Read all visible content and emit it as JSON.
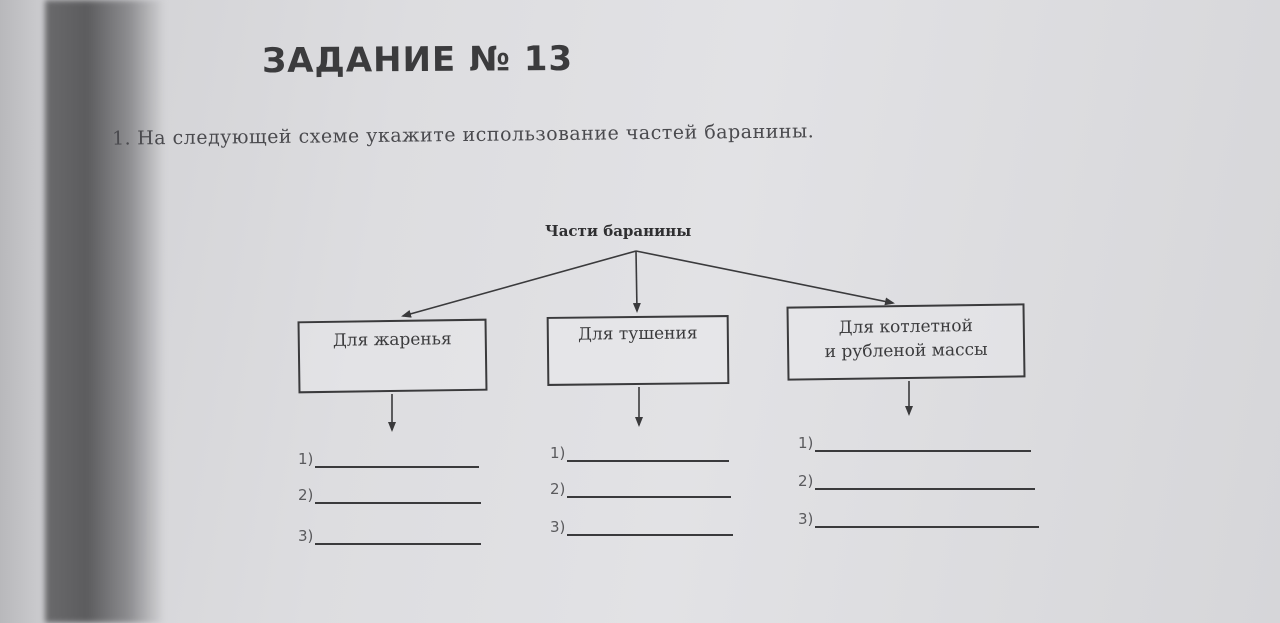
{
  "task": {
    "title": "ЗАДАНИЕ № 13",
    "instruction_number": "1.",
    "instruction": "На следующей схеме укажите использование частей баранины."
  },
  "diagram": {
    "root": "Части баранины",
    "branches": [
      {
        "label_line1": "Для жаренья",
        "label_line2": "",
        "answers": [
          "1)",
          "2)",
          "3)"
        ]
      },
      {
        "label_line1": "Для тушения",
        "label_line2": "",
        "answers": [
          "1)",
          "2)",
          "3)"
        ]
      },
      {
        "label_line1": "Для котлетной",
        "label_line2": "и рубленой массы",
        "answers": [
          "1)",
          "2)",
          "3)"
        ]
      }
    ]
  }
}
